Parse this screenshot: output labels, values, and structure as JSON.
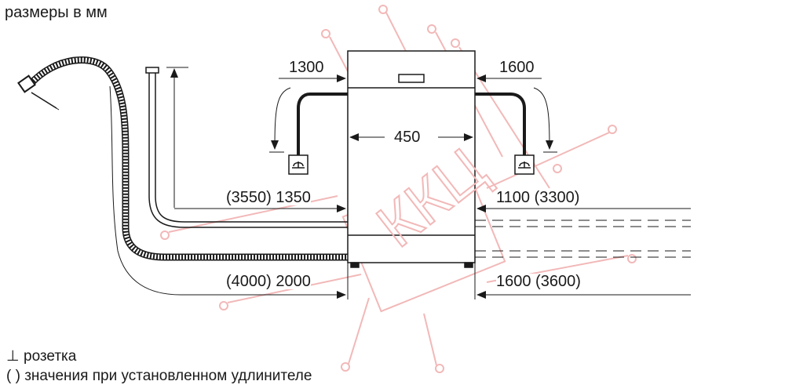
{
  "title": "размеры в мм",
  "watermark": "ККЦ",
  "dimensions": {
    "left_top": "1300",
    "right_top": "1600",
    "width": "450",
    "left_middle": "(3550) 1350",
    "right_middle": "1100 (3300)",
    "left_bottom": "(4000) 2000",
    "right_bottom": "1600 (3600)"
  },
  "legend": {
    "socket_symbol": "⊥",
    "socket_label": "розетка",
    "paren_symbol": "( )",
    "paren_label": "значения при установленном удлинителе"
  },
  "colors": {
    "line": "#1a1a1a",
    "watermark": "#f2b8b8"
  }
}
